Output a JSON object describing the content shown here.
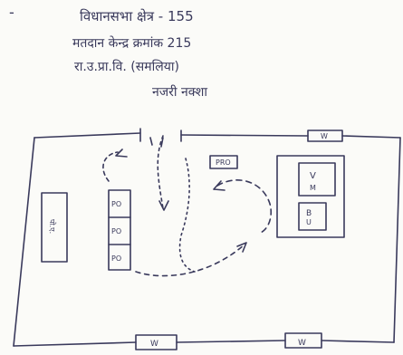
{
  "header": {
    "bullet": "-",
    "line1": "विधानसभा क्षेत्र - 155",
    "line2": "मतदान केन्द्र क्रमांक 215",
    "line3": "रा.उ.प्रा.वि. (समलिया)",
    "line4": "नजरी नक्शा"
  },
  "diagram": {
    "ink_color": "#3a3a5c",
    "room_label": "PRO",
    "agents_label": "पो.ए.",
    "booth_labels": [
      "PO",
      "PO",
      "PO"
    ],
    "voting_compartment": {
      "top": "V",
      "top_sub": "M",
      "bottom": "B",
      "bottom_sub": "U"
    },
    "windows": [
      "W",
      "W",
      "W"
    ]
  }
}
